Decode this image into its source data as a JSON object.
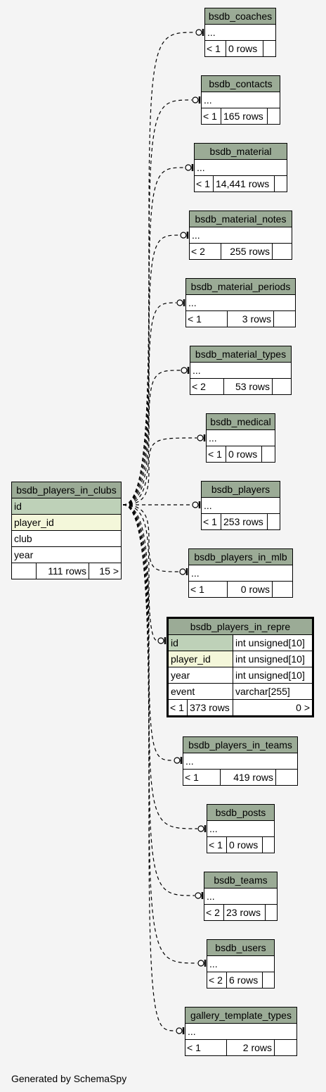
{
  "center_table": {
    "name": "bsdb_players_in_clubs",
    "columns": [
      "id",
      "player_id",
      "club",
      "year"
    ],
    "footer": {
      "rows": "111 rows",
      "parents": "15 >"
    }
  },
  "tables": [
    {
      "name": "bsdb_coaches",
      "body": "...",
      "children": "< 1",
      "rows": "0 rows"
    },
    {
      "name": "bsdb_contacts",
      "body": "...",
      "children": "< 1",
      "rows": "165 rows"
    },
    {
      "name": "bsdb_material",
      "body": "...",
      "children": "< 1",
      "rows": "14,441 rows"
    },
    {
      "name": "bsdb_material_notes",
      "body": "...",
      "children": "< 2",
      "rows": "255 rows"
    },
    {
      "name": "bsdb_material_periods",
      "body": "...",
      "children": "< 1",
      "rows": "3 rows"
    },
    {
      "name": "bsdb_material_types",
      "body": "...",
      "children": "< 2",
      "rows": "53 rows"
    },
    {
      "name": "bsdb_medical",
      "body": "...",
      "children": "< 1",
      "rows": "0 rows"
    },
    {
      "name": "bsdb_players",
      "body": "...",
      "children": "< 1",
      "rows": "253 rows"
    },
    {
      "name": "bsdb_players_in_mlb",
      "body": "...",
      "children": "< 1",
      "rows": "0 rows"
    },
    {
      "name": "bsdb_players_in_teams",
      "body": "...",
      "children": "< 1",
      "rows": "419 rows"
    },
    {
      "name": "bsdb_posts",
      "body": "...",
      "children": "< 1",
      "rows": "0 rows"
    },
    {
      "name": "bsdb_teams",
      "body": "...",
      "children": "< 2",
      "rows": "23 rows"
    },
    {
      "name": "bsdb_users",
      "body": "...",
      "children": "< 2",
      "rows": "6 rows"
    },
    {
      "name": "gallery_template_types",
      "body": "...",
      "children": "< 1",
      "rows": "2 rows"
    }
  ],
  "focus_table": {
    "name": "bsdb_players_in_repre",
    "columns": [
      {
        "name": "id",
        "type": "int unsigned[10]"
      },
      {
        "name": "player_id",
        "type": "int unsigned[10]"
      },
      {
        "name": "year",
        "type": "int unsigned[10]"
      },
      {
        "name": "event",
        "type": "varchar[255]"
      }
    ],
    "footer": {
      "children": "< 1",
      "rows": "373 rows",
      "parents": "0 >"
    }
  },
  "generated_by": "Generated by SchemaSpy",
  "colors": {
    "header": "#9bab96",
    "primary_key": "#bed1b8",
    "foreign_key": "#f4f7da",
    "background": "#f4f4f4"
  }
}
